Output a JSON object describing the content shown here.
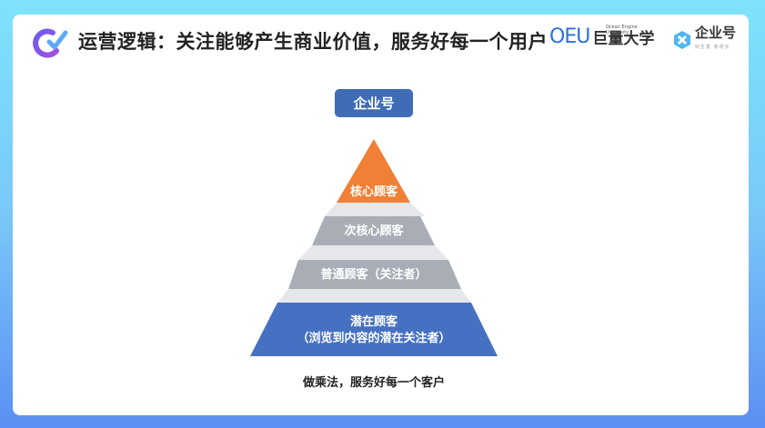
{
  "header": {
    "title": "运营逻辑：关注能够产生商业价值，服务好每一个用户",
    "logo_icon": "check-circle-logo-icon",
    "brand_ocean": {
      "mark": "OEU",
      "name": "巨量大学",
      "tagline": "Ocean Engine University"
    },
    "brand_qiye": {
      "name": "企业号",
      "tagline": "好生意 有增长"
    }
  },
  "diagram": {
    "top_label": "企业号",
    "levels": [
      {
        "label": "核心顾客",
        "color": "#f08035"
      },
      {
        "label": "次核心顾客",
        "color": "#a9aeb6"
      },
      {
        "label": "普通顾客（关注者）",
        "color": "#a9aeb6"
      },
      {
        "label": "潜在顾客",
        "label2": "（浏览到内容的潜在关注者）",
        "color": "#4671c2"
      }
    ],
    "caption": "做乘法，服务好每一个客户"
  },
  "colors": {
    "accent": "#3f6cb5",
    "orange": "#f08035",
    "gray": "#a9aeb6",
    "blue": "#4671c2"
  }
}
